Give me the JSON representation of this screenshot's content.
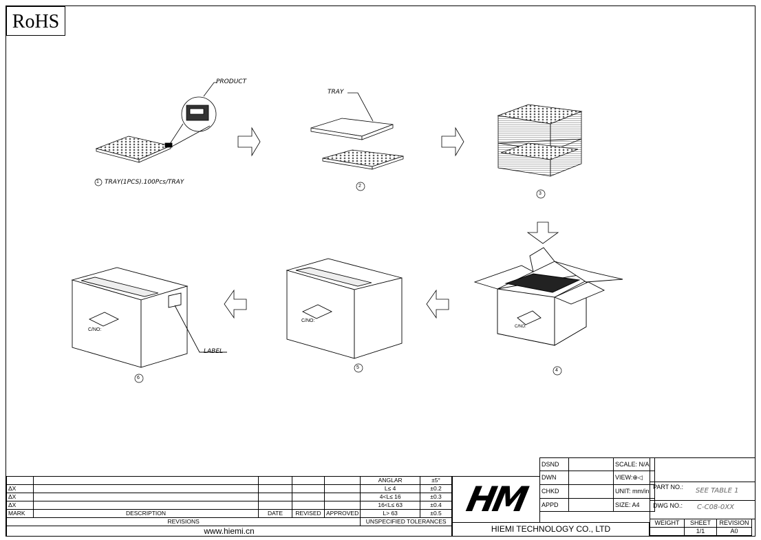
{
  "badge": "RoHS",
  "callouts": {
    "product": "PRODUCT",
    "tray": "TRAY",
    "label": "LABEL",
    "step1_caption": "TRAY(1PCS).100Pcs/TRAY",
    "carton_mark": "C/NO:"
  },
  "steps": [
    "1",
    "2",
    "3",
    "4",
    "5",
    "6"
  ],
  "title_block": {
    "tolerance_rows": [
      {
        "mark": "",
        "range": "ANGLAR",
        "tol": "±5°"
      },
      {
        "mark": "ΔX",
        "range": "L≤  4",
        "tol": "±0.2"
      },
      {
        "mark": "ΔX",
        "range": "4<L≤  16",
        "tol": "±0.3"
      },
      {
        "mark": "ΔX",
        "range": "16<L≤  63",
        "tol": "±0.4"
      },
      {
        "mark": "MARK",
        "range": "L>  63",
        "tol": "±0.5"
      }
    ],
    "headers": {
      "description": "DESCRIPTION",
      "date": "DATE",
      "revised": "REVISED",
      "approved": "APPROVED"
    },
    "revisions": "REVISIONS",
    "unspecified": "UNSPECIFIED TOLERANCES",
    "website": "www.hiemi.cn",
    "logo": "HM",
    "company": "HIEMI TECHNOLOGY CO., LTD",
    "roles": [
      "DSND",
      "DWN",
      "CHKD",
      "APPD"
    ],
    "scale": "SCALE: N/A",
    "view": "VIEW:",
    "unit": "UNIT: mm/in",
    "size": "SIZE: A4",
    "part_no_label": "PART NO.:",
    "part_no": "SEE TABLE 1",
    "dwg_no_label": "DWG NO.:",
    "dwg_no": "C-C08-0XX",
    "weight": "WEIGHT",
    "sheet": "SHEET",
    "sheet_val": "1/1",
    "revision": "REVISION",
    "revision_val": "A0"
  }
}
